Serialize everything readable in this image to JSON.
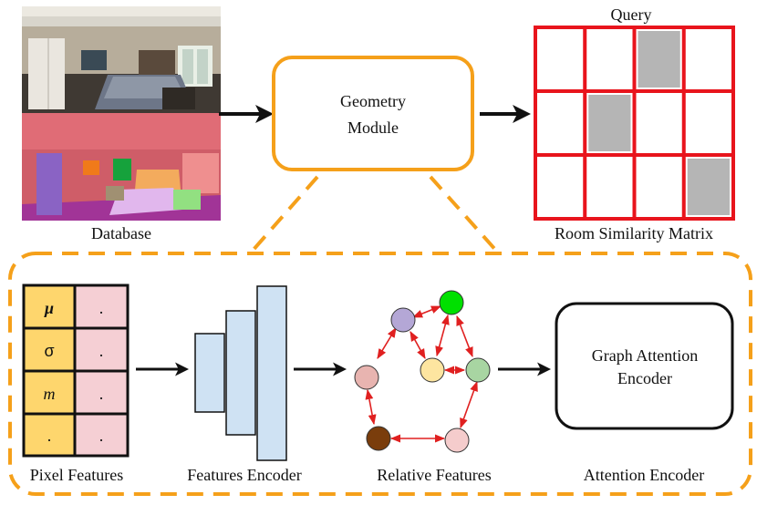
{
  "labels": {
    "query": "Query",
    "database": "Database",
    "geometry_line1": "Geometry",
    "geometry_line2": "Module",
    "room_similarity": "Room Similarity Matrix",
    "pixel_features": "Pixel Features",
    "features_encoder": "Features Encoder",
    "relative_features": "Relative Features",
    "attention_encoder": "Attention Encoder",
    "graph_line1": "Graph Attention",
    "graph_line2": "Encoder"
  },
  "pixel_table": {
    "left": [
      "μ",
      "σ",
      "m",
      "."
    ],
    "right": [
      ".",
      ".",
      ".",
      "."
    ]
  },
  "similarity_matrix": {
    "rows": 3,
    "cols": 4,
    "highlighted": [
      [
        0,
        2
      ],
      [
        1,
        1
      ],
      [
        2,
        3
      ]
    ]
  },
  "colors": {
    "accent_orange": "#f5a01a",
    "matrix_red": "#e8141c",
    "matrix_gray": "#b5b5b5",
    "feature_yellow": "#fed66d",
    "feature_pink": "#f5cfd4",
    "encoder_blue": "#cfe2f3",
    "graph_arrow": "#e02020",
    "node_purple": "#b4a7d6",
    "node_green": "#00e000",
    "node_yellow": "#fde5a0",
    "node_sage": "#a8d5a2",
    "node_pink": "#e8b4b0",
    "node_brown": "#7a3d0c",
    "node_lightpink": "#f5cccc"
  }
}
